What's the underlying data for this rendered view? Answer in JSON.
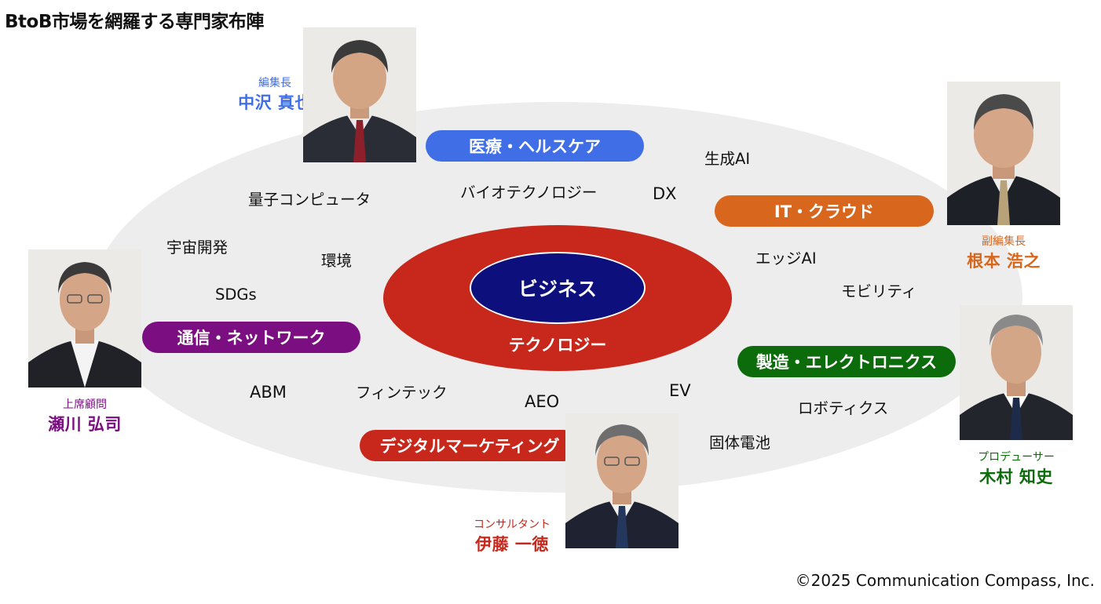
{
  "title": "BtoB市場を網羅する専門家布陣",
  "center": {
    "inner_label": "ビジネス",
    "outer_label": "テクノロジー"
  },
  "categories": {
    "medical": "医療・ヘルスケア",
    "it": "IT・クラウド",
    "network": "通信・ネットワーク",
    "manufacturing": "製造・エレクトロニクス",
    "marketing": "デジタルマーケティング"
  },
  "keywords": {
    "quantum": "量子コンピュータ",
    "bio": "バイオテクノロジー",
    "dx": "DX",
    "genai": "生成AI",
    "space": "宇宙開発",
    "environment": "環境",
    "sdgs": "SDGs",
    "edgeai": "エッジAI",
    "mobility": "モビリティ",
    "abm": "ABM",
    "fintech": "フィンテック",
    "aeo": "AEO",
    "ev": "EV",
    "robotics": "ロボティクス",
    "battery": "固体電池"
  },
  "people": {
    "nakazawa": {
      "role": "編集長",
      "name": "中沢 真也"
    },
    "nemoto": {
      "role": "副編集長",
      "name": "根本 浩之"
    },
    "segawa": {
      "role": "上席顧問",
      "name": "瀬川 弘司"
    },
    "kimura": {
      "role": "プロデューサー",
      "name": "木村 知史"
    },
    "ito": {
      "role": "コンサルタント",
      "name": "伊藤 一徳"
    }
  },
  "colors": {
    "medical": "#3f6ee6",
    "it": "#d8661c",
    "network": "#7b0f82",
    "manufacturing": "#0c6b0a",
    "marketing": "#c8281b",
    "business": "#0c0f7c",
    "technology": "#c8281b",
    "background_ellipse": "#ededed"
  },
  "copyright": "©2025 Communication Compass, Inc."
}
